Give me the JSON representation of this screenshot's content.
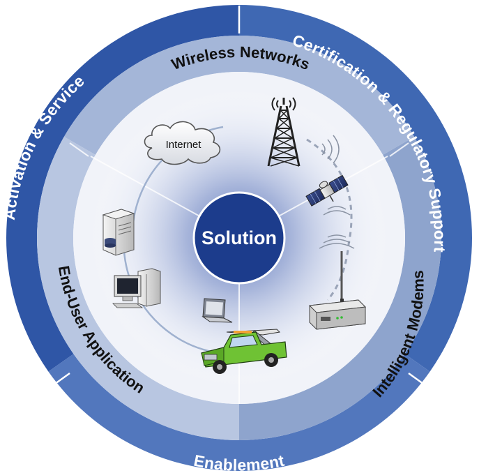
{
  "center": {
    "label": "Solution"
  },
  "outer_ring": {
    "segments": [
      {
        "label": "Activation & Service",
        "color": "#2f56a6"
      },
      {
        "label": "Certification & Regulatory Support",
        "color": "#3f68b3"
      },
      {
        "label": "Enablement",
        "color": "#5277bd"
      }
    ]
  },
  "inner_ring": {
    "segments": [
      {
        "label": "Wireless Networks",
        "color": "#a4b6d8"
      },
      {
        "label": "Intelligent Modems",
        "color": "#8ea4cd"
      },
      {
        "label": "End-User Application",
        "color": "#b8c6e1"
      }
    ]
  },
  "icons": {
    "cloud_label": "Internet",
    "items": [
      "cloud-icon",
      "cell-tower-icon",
      "satellite-icon",
      "modem-icon",
      "tow-truck-icon",
      "laptop-icon",
      "desktop-computer-icon",
      "server-icon"
    ]
  },
  "colors": {
    "solution_circle": "#1c3c8c",
    "glow": "#5d78bd",
    "truck_green": "#6fc234",
    "ring_line": "#9fb1cf"
  }
}
